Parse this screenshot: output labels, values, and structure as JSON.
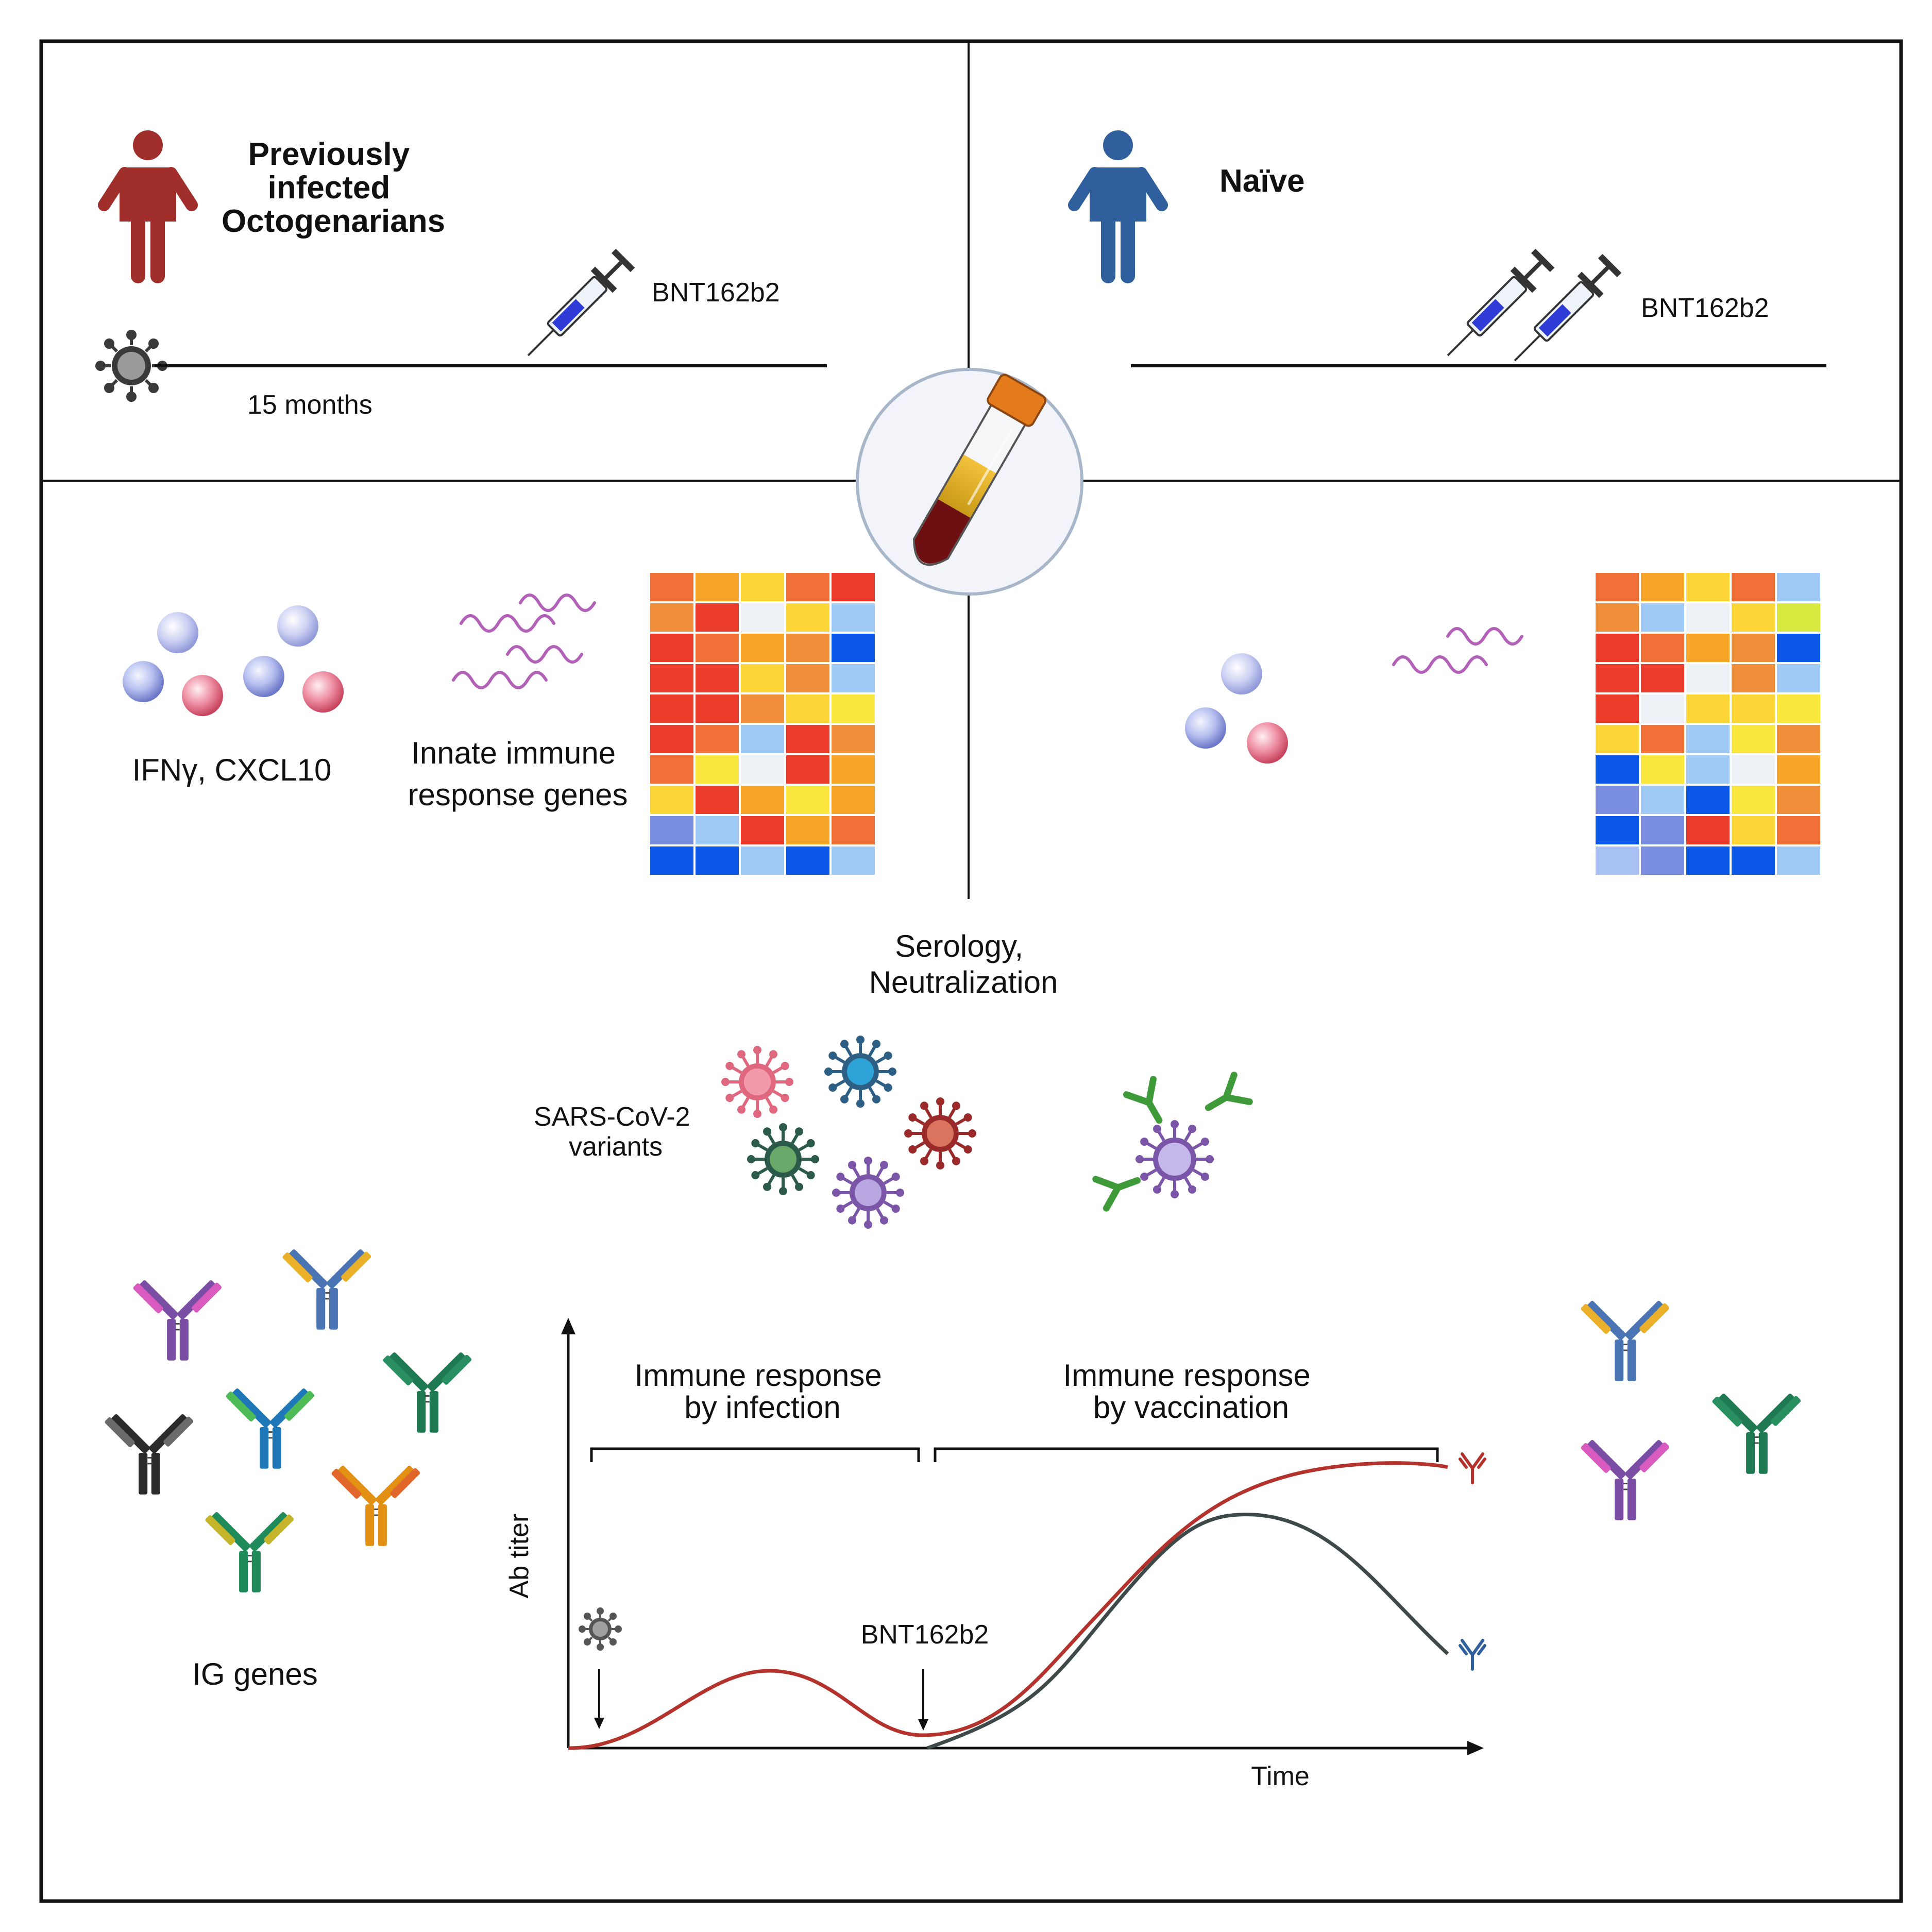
{
  "top_left": {
    "title_lines": [
      "Previously",
      "infected",
      "Octogenarians"
    ],
    "vaccine": "BNT162b2",
    "interval": "15 months"
  },
  "top_right": {
    "title": "Naïve",
    "vaccine": "BNT162b2"
  },
  "middle_left": {
    "cytokines": "IFNγ, CXCL10",
    "genes_lines": [
      "Innate immune",
      "response genes"
    ]
  },
  "serology": {
    "title_lines": [
      "Serology,",
      "Neutralization"
    ],
    "variants_lines": [
      "SARS-CoV-2",
      "variants"
    ]
  },
  "bottom": {
    "ig_genes": "IG genes",
    "infection_phase_lines": [
      "Immune response",
      "by infection"
    ],
    "vaccination_phase_lines": [
      "Immune response",
      "by vaccination"
    ],
    "y_axis": "Ab titer",
    "x_axis": "Time",
    "vaccine_marker": "BNT162b2"
  },
  "colors": {
    "previously_infected": "#a02f2c",
    "naive": "#2f5f9c",
    "infected_curve": "#b3322c",
    "naive_curve": "#3d4a49",
    "rna": "#b260b8"
  },
  "heatmap_left": [
    [
      "#f07038",
      "#f7a528",
      "#fcd537",
      "#f07038",
      "#eb3b2b"
    ],
    [
      "#f18e39",
      "#eb3b2b",
      "#eef1f6",
      "#fcd537",
      "#9ecaf5"
    ],
    [
      "#eb3b2b",
      "#f07038",
      "#f7a528",
      "#f18e39",
      "#0a57e8"
    ],
    [
      "#eb3b2b",
      "#eb3b2b",
      "#fcd537",
      "#f18e39",
      "#9ecaf5"
    ],
    [
      "#eb3b2b",
      "#eb3b2b",
      "#f18e39",
      "#fcd537",
      "#fbe83e"
    ],
    [
      "#eb3b2b",
      "#f07038",
      "#9ecaf5",
      "#eb3b2b",
      "#f18e39"
    ],
    [
      "#f07038",
      "#fbe83e",
      "#eef1f6",
      "#eb3b2b",
      "#f7a528"
    ],
    [
      "#fcd537",
      "#eb3b2b",
      "#f7a528",
      "#fbe83e",
      "#f7a528"
    ],
    [
      "#7b8fe0",
      "#9ecaf5",
      "#eb3b2b",
      "#f7a528",
      "#f07038"
    ],
    [
      "#0a57e8",
      "#0a57e8",
      "#9ecaf5",
      "#0a57e8",
      "#9ecaf5"
    ]
  ],
  "heatmap_right": [
    [
      "#f07038",
      "#f7a528",
      "#fcd537",
      "#f07038",
      "#9ecaf5"
    ],
    [
      "#f18e39",
      "#9ecaf5",
      "#eef1f6",
      "#fcd537",
      "#d7e83e"
    ],
    [
      "#eb3b2b",
      "#f07038",
      "#f7a528",
      "#f18e39",
      "#0a57e8"
    ],
    [
      "#eb3b2b",
      "#eb3b2b",
      "#eef1f6",
      "#f18e39",
      "#9ecaf5"
    ],
    [
      "#eb3b2b",
      "#eef1f6",
      "#fcd537",
      "#fcd537",
      "#fbe83e"
    ],
    [
      "#fcd537",
      "#f07038",
      "#9ecaf5",
      "#fbe83e",
      "#f18e39"
    ],
    [
      "#0a57e8",
      "#fbe83e",
      "#9ecaf5",
      "#eef1f6",
      "#f7a528"
    ],
    [
      "#7b8fe0",
      "#9ecaf5",
      "#0a57e8",
      "#fbe83e",
      "#f18e39"
    ],
    [
      "#0a57e8",
      "#7b8fe0",
      "#eb3b2b",
      "#fcd537",
      "#f07038"
    ],
    [
      "#a9c2f5",
      "#7b8fe0",
      "#0a57e8",
      "#0a57e8",
      "#9ecaf5"
    ]
  ]
}
